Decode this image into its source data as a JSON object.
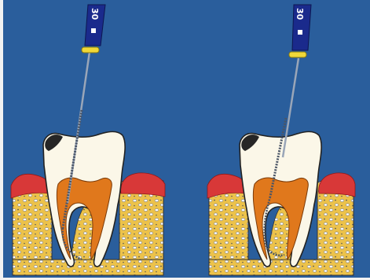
{
  "panels": [
    {
      "id": "left",
      "file_size_label": "30"
    },
    {
      "id": "right",
      "file_size_label": "30"
    }
  ],
  "colors": {
    "background": "#2a5e9c",
    "file_handle": "#1a2a8c",
    "stopper": "#f0d838",
    "bone": "#ecc24a",
    "gum": "#d83838",
    "pulp": "#e0781c",
    "enamel": "#fbf7e8",
    "cavity": "#262626"
  },
  "icons": [
    "endodontic-file-icon",
    "tooth-icon",
    "bone-icon",
    "gum-icon"
  ]
}
